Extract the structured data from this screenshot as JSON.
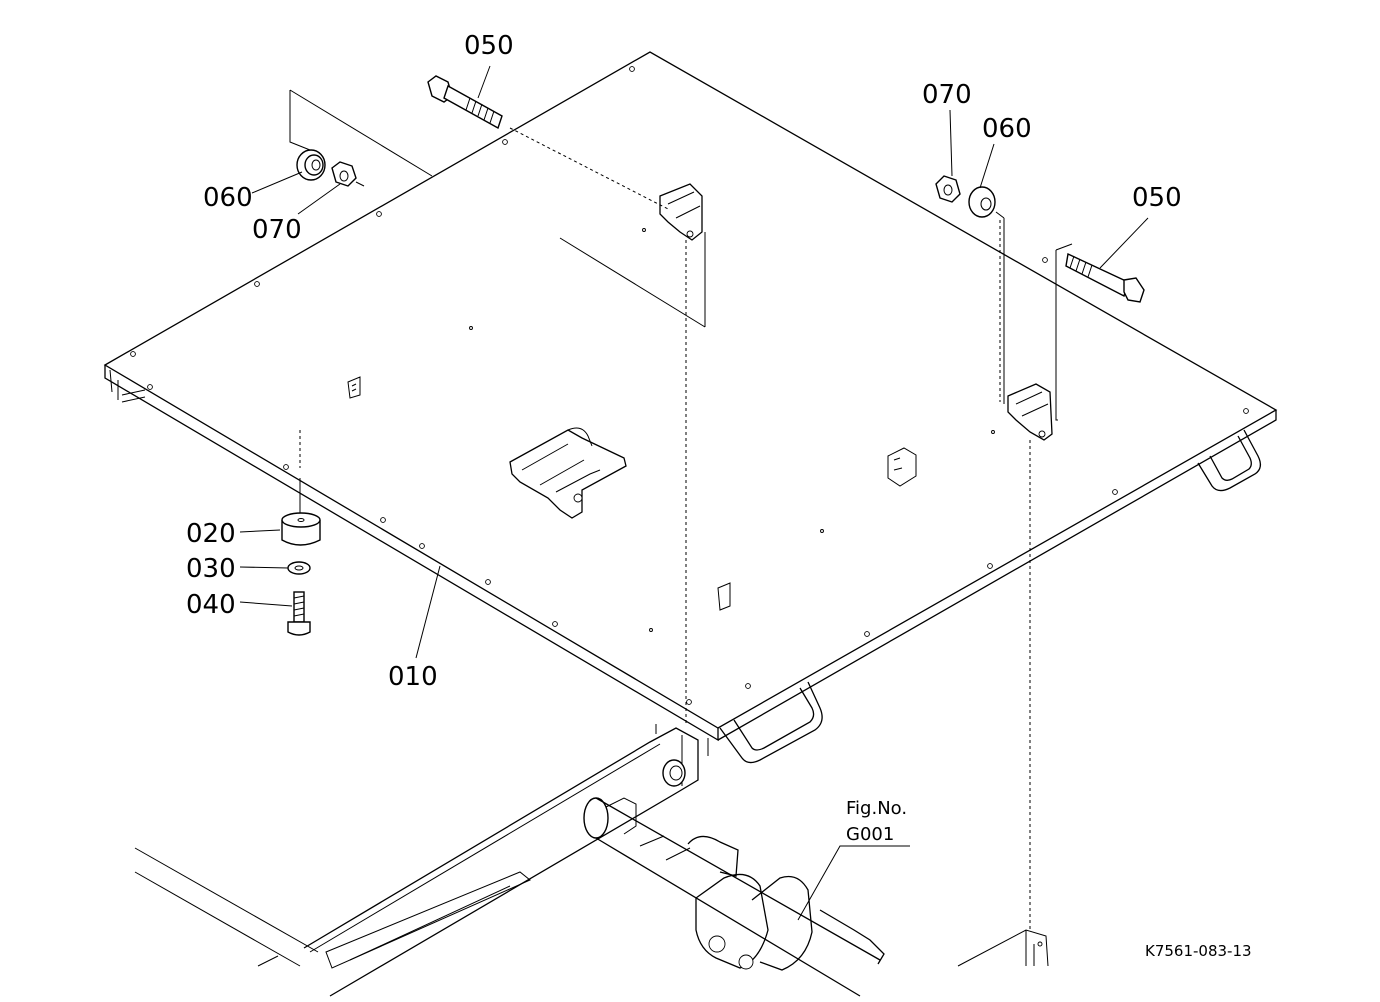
{
  "callouts": {
    "p050_top": "050",
    "p070_left": "070",
    "p060_left": "060",
    "p070_right": "070",
    "p060_right": "060",
    "p050_right": "050",
    "p020": "020",
    "p030": "030",
    "p040": "040",
    "p010": "010"
  },
  "reference": {
    "fig_label": "Fig.No.",
    "fig_number": "G001"
  },
  "drawing_code": "K7561-083-13"
}
